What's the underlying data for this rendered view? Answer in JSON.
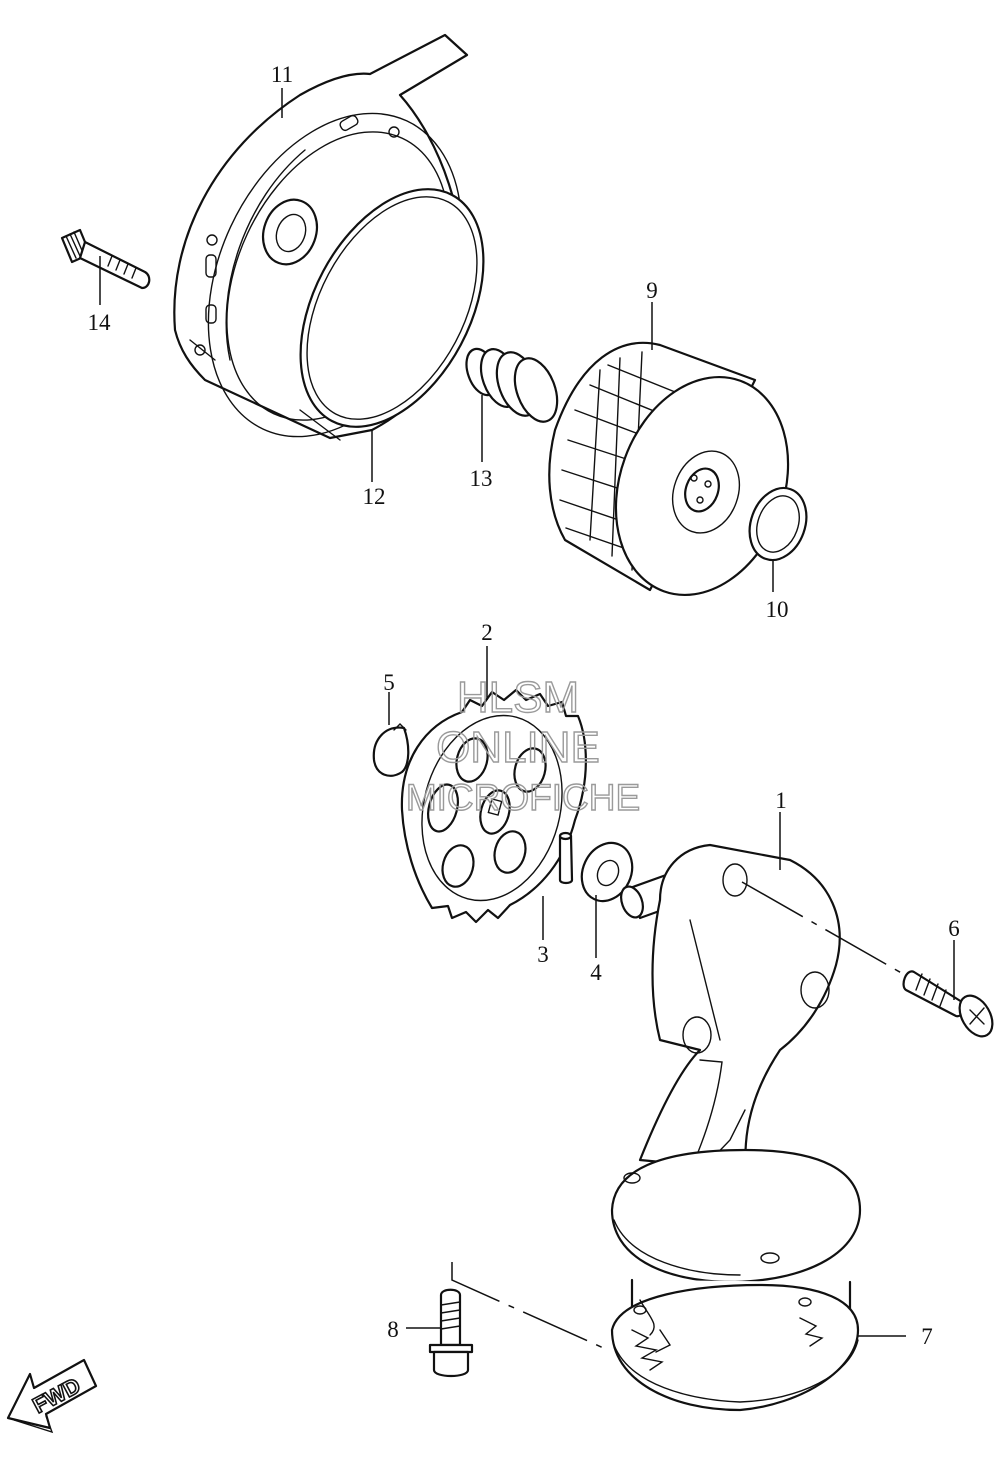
{
  "callouts": [
    {
      "id": "1",
      "label": "1"
    },
    {
      "id": "2",
      "label": "2"
    },
    {
      "id": "3",
      "label": "3"
    },
    {
      "id": "4",
      "label": "4"
    },
    {
      "id": "5",
      "label": "5"
    },
    {
      "id": "6",
      "label": "6"
    },
    {
      "id": "7",
      "label": "7"
    },
    {
      "id": "8",
      "label": "8"
    },
    {
      "id": "9",
      "label": "9"
    },
    {
      "id": "10",
      "label": "10"
    },
    {
      "id": "11",
      "label": "11"
    },
    {
      "id": "12",
      "label": "12"
    },
    {
      "id": "13",
      "label": "13"
    },
    {
      "id": "14",
      "label": "14"
    }
  ],
  "watermark": {
    "line1": "HLSM",
    "line2": "ONLINE",
    "line3": "MICROFICHE",
    "color": "#9a9a9a"
  },
  "direction_badge": {
    "label": "FWD"
  },
  "colors": {
    "line": "#111111",
    "background": "#ffffff"
  }
}
